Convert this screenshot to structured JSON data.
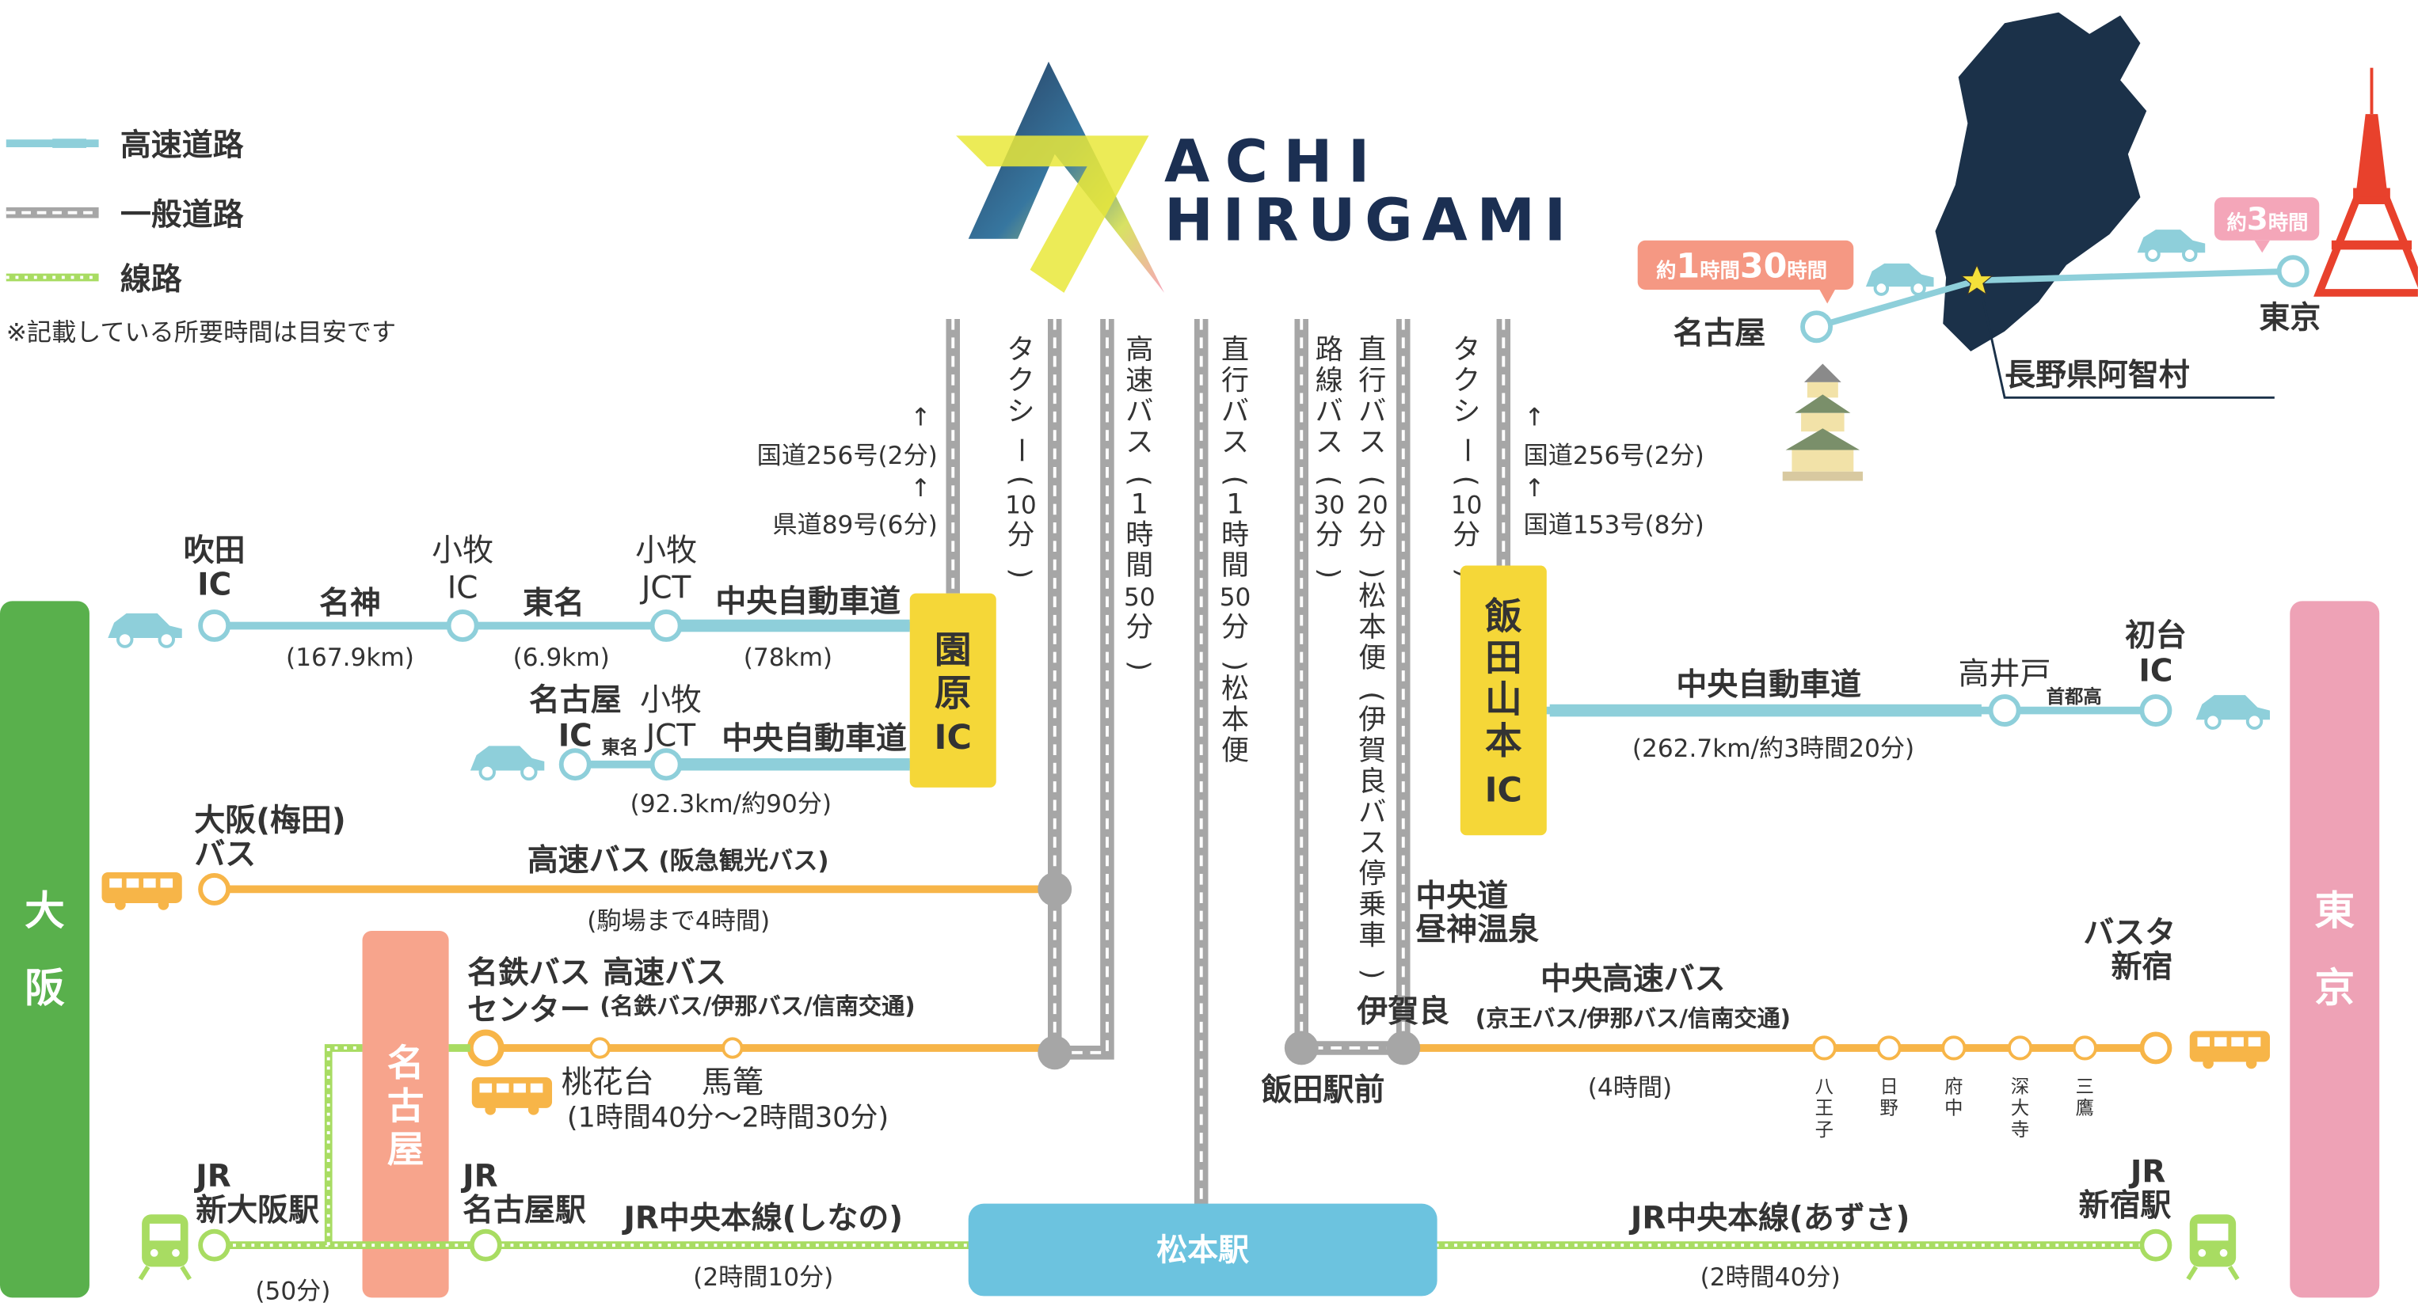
{
  "logo": {
    "line1": "ACHI",
    "line2": "HIRUGAMI"
  },
  "legend": {
    "items": [
      {
        "label": "高速道路"
      },
      {
        "label": "一般道路"
      },
      {
        "label": "線路"
      }
    ],
    "note": "※記載している所要時間は目安です"
  },
  "colors": {
    "highway": "#8ecfda",
    "road": "#a6a6a6",
    "rail": "#a8dc62",
    "bus": "#f7b548",
    "osaka": "#59b04c",
    "tokyo": "#eea2b6",
    "nagoya": "#f7a48c",
    "ic": "#f5d738",
    "matsumoto": "#6cc3df"
  },
  "blocks": {
    "osaka": "大阪",
    "tokyo": "東京",
    "nagoya": "名古屋",
    "sonohara": "園原IC",
    "iida_yamamoto": "飯田山本IC",
    "matsumoto": "松本駅"
  },
  "inset": {
    "nagoya": "名古屋",
    "tokyo": "東京",
    "achi": "長野県阿智村",
    "time_nagoya": {
      "pre": "約",
      "n1": "1",
      "m1": "時間",
      "n2": "30",
      "m2": "時間"
    },
    "time_tokyo": {
      "pre": "約",
      "n1": "3",
      "m1": "時間"
    }
  },
  "routes": {
    "suita_ic": [
      "吹田",
      "IC"
    ],
    "meishin": "名神",
    "meishin_km": "(167.9km)",
    "komaki_ic": [
      "小牧",
      "IC"
    ],
    "tomei": "東名",
    "tomei_km": "(6.9km)",
    "komaki_jct": [
      "小牧",
      "JCT"
    ],
    "chuo_expwy": "中央自動車道",
    "chuo_km": "(78km)",
    "nagoya_ic": [
      "名古屋",
      "IC"
    ],
    "tomei_small": "東名",
    "komaki_jct2": [
      "小牧",
      "JCT"
    ],
    "chuo_expwy2": "中央自動車道",
    "chuo2_km": "(92.3km/約90分)",
    "osaka_bus_stop": [
      "大阪(梅田)",
      "バス"
    ],
    "osaka_bus_line": "高速バス",
    "osaka_bus_company": "(阪急観光バス)",
    "osaka_bus_time": "(駒場まで4時間)",
    "meitetsu_center": [
      "名鉄バス",
      "センター"
    ],
    "nagoya_bus_line": "高速バス",
    "nagoya_bus_company": "(名鉄バス/伊那バス/信南交通)",
    "tokadai": "桃花台",
    "magome": "馬篭",
    "nagoya_bus_time": "(1時間40分〜2時間30分)",
    "jr_shin_osaka": [
      "JR",
      "新大阪駅"
    ],
    "jr_shin_osaka_time": "(50分)",
    "jr_nagoya": [
      "JR",
      "名古屋駅"
    ],
    "shinano": "JR中央本線(しなの)",
    "shinano_time": "(2時間10分)",
    "route256_left": "国道256号(2分)",
    "route89": "県道89号(6分)",
    "taxi_left": [
      "タ",
      "ク",
      "シ",
      "ー",
      "(",
      "10",
      "分",
      ")"
    ],
    "exp_bus": [
      "高",
      "速",
      "バ",
      "ス",
      "(",
      "1",
      "時",
      "間",
      "50",
      "分",
      ")"
    ],
    "direct_bus1": [
      "直",
      "行",
      "バ",
      "ス",
      "(",
      "1",
      "時",
      "間",
      "50",
      "分",
      ")",
      "松",
      "本",
      "便"
    ],
    "route_bus": [
      "路",
      "線",
      "バ",
      "ス",
      "(",
      "30",
      "分",
      ")"
    ],
    "direct_bus2": [
      "直",
      "行",
      "バ",
      "ス",
      "(",
      "20",
      "分",
      ")",
      "松",
      "本",
      "便",
      "(",
      "伊",
      "賀",
      "良",
      "バ",
      "ス",
      "停",
      "乗",
      "車",
      ")"
    ],
    "taxi_right": [
      "タ",
      "ク",
      "シ",
      "ー",
      "(",
      "10",
      "分",
      ")"
    ],
    "route256_right": "国道256号(2分)",
    "route153": "国道153号(8分)",
    "chuo_right": "中央自動車道",
    "chuo_right_km": "(262.7km/約3時間20分)",
    "takaido": "高井戸",
    "shutoko": "首都高",
    "hatsudai_ic": [
      "初台",
      "IC"
    ],
    "hirugami_onsen": [
      "中央道",
      "昼神温泉"
    ],
    "igara": "伊賀良",
    "chuo_highway_bus": "中央高速バス",
    "chuo_bus_company": "(京王バス/伊那バス/信南交通)",
    "chuo_bus_time": "(4時間)",
    "basta": [
      "バスタ",
      "新宿"
    ],
    "iida_station": "飯田駅前",
    "stops": {
      "hachioji": [
        "八",
        "王",
        "子"
      ],
      "hino": [
        "日",
        "野"
      ],
      "fuchu": [
        "府",
        "中"
      ],
      "jindaiji": [
        "深",
        "大",
        "寺"
      ],
      "mitaka": [
        "三",
        "鷹"
      ]
    },
    "azusa": "JR中央本線(あずさ)",
    "azusa_time": "(2時間40分)",
    "jr_shinjuku": [
      "JR",
      "新宿駅"
    ]
  }
}
